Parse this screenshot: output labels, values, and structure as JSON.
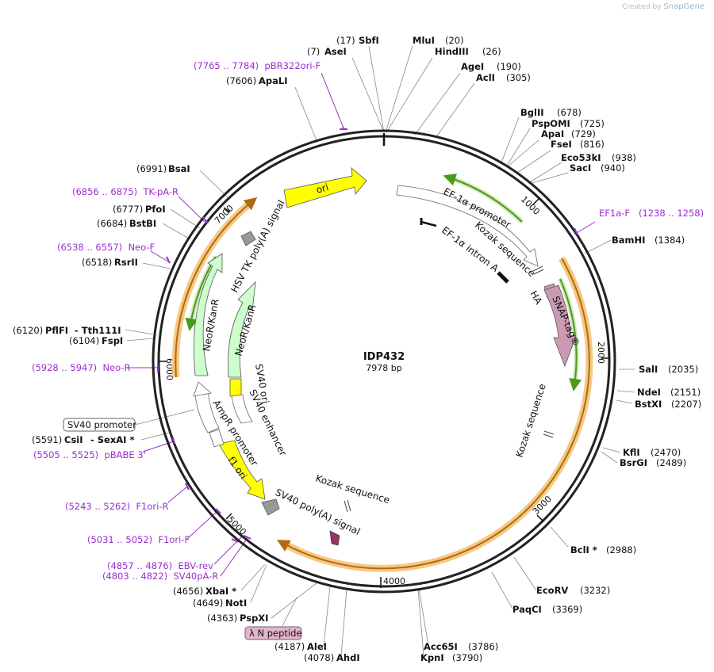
{
  "credit": {
    "prefix": "Created by",
    "brand": "SnapGene"
  },
  "plasmid": {
    "name": "IDP432",
    "length_label": "7978 bp"
  },
  "ticks": [
    "1000",
    "2000",
    "3000",
    "4000",
    "5000",
    "6000",
    "7000"
  ],
  "enzymes_right": [
    {
      "name": "SbfI",
      "pos": "(17)"
    },
    {
      "name": "AseI",
      "pos": "(7)"
    },
    {
      "name": "MluI",
      "pos": "(20)"
    },
    {
      "name": "HindIII",
      "pos": "(26)"
    },
    {
      "name": "AgeI",
      "pos": "(190)"
    },
    {
      "name": "AclI",
      "pos": "(305)"
    },
    {
      "name": "BglII",
      "pos": "(678)"
    },
    {
      "name": "PspOMI",
      "pos": "(725)"
    },
    {
      "name": "ApaI",
      "pos": "(729)"
    },
    {
      "name": "FseI",
      "pos": "(816)"
    },
    {
      "name": "Eco53kI",
      "pos": "(938)"
    },
    {
      "name": "SacI",
      "pos": "(940)"
    },
    {
      "name": "BamHI",
      "pos": "(1384)"
    },
    {
      "name": "SalI",
      "pos": "(2035)"
    },
    {
      "name": "NdeI",
      "pos": "(2151)"
    },
    {
      "name": "BstXI",
      "pos": "(2207)"
    },
    {
      "name": "KflI",
      "pos": "(2470)"
    },
    {
      "name": "BsrGI",
      "pos": "(2489)"
    },
    {
      "name": "BclI *",
      "pos": "(2988)"
    },
    {
      "name": "EcoRV",
      "pos": "(3232)"
    },
    {
      "name": "PaqCI",
      "pos": "(3369)"
    },
    {
      "name": "Acc65I",
      "pos": "(3786)"
    },
    {
      "name": "KpnI",
      "pos": "(3790)"
    }
  ],
  "enzymes_left": [
    {
      "name": "ApaLI",
      "pos": "(7606)"
    },
    {
      "name": "BsaI",
      "pos": "(6991)"
    },
    {
      "name": "PfoI",
      "pos": "(6777)"
    },
    {
      "name": "BstBI",
      "pos": "(6684)"
    },
    {
      "name": "RsrII",
      "pos": "(6518)"
    },
    {
      "name": "PflFI",
      "pos": "(6120)"
    },
    {
      "name": "- Tth111I",
      "pos": ""
    },
    {
      "name": "FspI",
      "pos": "(6104)"
    },
    {
      "name": "CsiI",
      "pos": "(5591)"
    },
    {
      "name": "- SexAI *",
      "pos": ""
    },
    {
      "name": "XbaI *",
      "pos": "(4656)"
    },
    {
      "name": "NotI",
      "pos": "(4649)"
    },
    {
      "name": "PspXI",
      "pos": "(4363)"
    },
    {
      "name": "AleI",
      "pos": "(4187)"
    },
    {
      "name": "AhdI",
      "pos": "(4078)"
    }
  ],
  "primers": [
    {
      "label": "(7765 .. 7784)  pBR322ori-F"
    },
    {
      "label": "EF1a-F   (1238 .. 1258)"
    },
    {
      "label": "(6856 .. 6875)  TK-pA-R"
    },
    {
      "label": "(6538 .. 6557)  Neo-F"
    },
    {
      "label": "(5928 .. 5947)  Neo-R"
    },
    {
      "label": "(5505 .. 5525)  pBABE 3'"
    },
    {
      "label": "(5243 .. 5262)  F1ori-R"
    },
    {
      "label": "(5031 .. 5052)  F1ori-F"
    },
    {
      "label": "(4857 .. 4876)  EBV-rev"
    },
    {
      "label": "(4803 .. 4822)  SV40pA-R"
    }
  ],
  "boxed_labels": [
    "SV40 promoter",
    "λ N peptide"
  ],
  "features": {
    "ori": "ori",
    "ef1a_promoter": "EF-1α promoter",
    "kozak1": "Kozak sequence",
    "ef1a_intron": "EF-1α intron A",
    "ha": "HA",
    "snap": "SNAP-tag®",
    "kozak2": "Kozak sequence",
    "kozak3": "Kozak sequence",
    "sv40_polyA": "SV40 poly(A) signal",
    "f1_ori": "f1 ori",
    "ampr_promoter": "AmpR promoter",
    "sv40_ori": "SV40 ori",
    "sv40_enhancer": "SV40 enhancer",
    "neokanr_inner": "NeoR/KanR",
    "neokanr_outer": "NeoR/KanR",
    "hsv_tk": "HSV TK poly(A) signal"
  },
  "colors": {
    "backbone": "#222222",
    "primer": "#9a2fcf",
    "orf_highlight": "#f5c983",
    "orf_line": "#b06a10",
    "ori_fill": "#ffff00",
    "promoter_fill": "#ffffff",
    "neo_fill": "#ccffcc",
    "snap_fill": "#cc99b3",
    "polyA_fill": "#999999",
    "green_arrow": "#4a9a1a",
    "peptide_fill": "#993366"
  }
}
